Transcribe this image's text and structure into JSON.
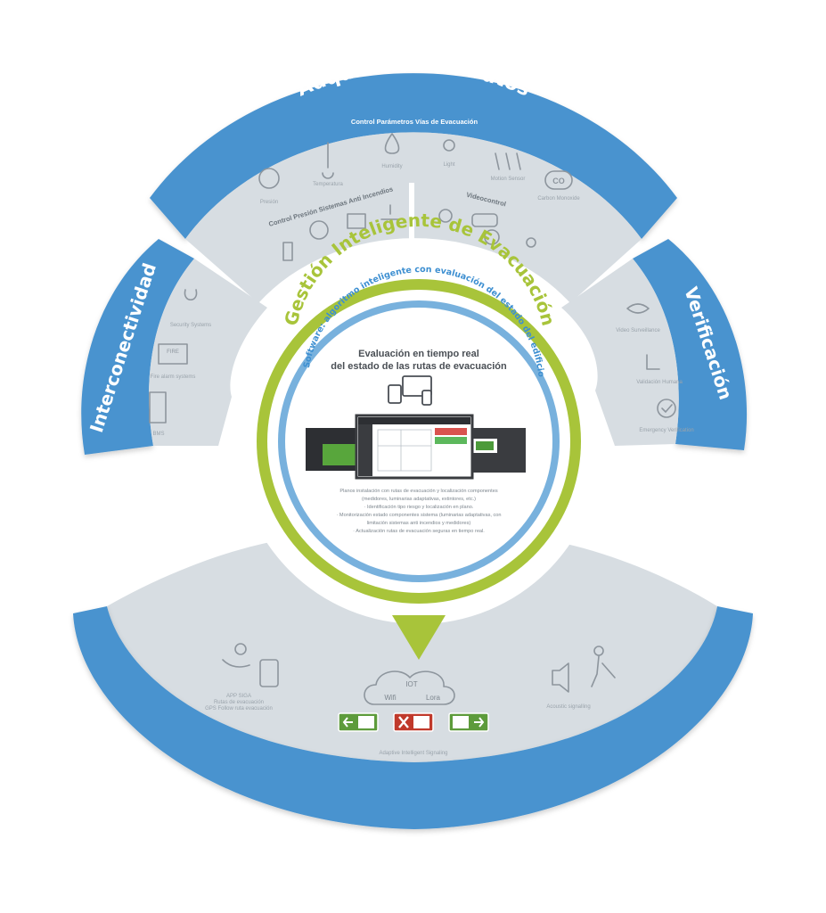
{
  "sections": {
    "top": {
      "title": "Adquisición de Datos",
      "subtitle": "Control Parámetros Vías de Evacuación",
      "sensors": [
        "Presión",
        "Temperatura",
        "Humidity",
        "Light",
        "Motion Sensor",
        "Carbon Monoxide"
      ],
      "fire_label": "Control Presión Sistemas Anti Incendios",
      "video_label": "Videocontrol"
    },
    "left": {
      "title": "Interconectividad",
      "items": [
        "Security Systems",
        "Fire alarm systems",
        "BMS"
      ],
      "fire_badge": "FIRE"
    },
    "right": {
      "title": "Verificación",
      "items": [
        "Video Surveillance",
        "Validación Humana",
        "Emergency Verification"
      ]
    },
    "bottom": {
      "title": "Señalización y Guiado de la Evacuación",
      "app_label_lines": [
        "APP SIGA",
        "Rutas de evacuación",
        "GPS Follow ruta evacuación"
      ],
      "acoustic_label": "Acoustic signalling",
      "signaling_label": "Adaptive Intelligent Signaling",
      "cloud": {
        "iot": "IOT",
        "wifi": "Wifi",
        "lora": "Lora"
      }
    }
  },
  "center": {
    "title": "Gestión Inteligente de Evacuación",
    "software": "Software: algoritmo inteligente con evaluación del estado del edificio",
    "eval_line1": "Evaluación en tiempo real",
    "eval_line2": "del estado de las rutas de evacuación",
    "descriptions": [
      "Planos instalación con rutas de evacuación y localización componentes",
      "(medidores, luminarias adaptativas, extintores, etc.)",
      "· Identificación tipo riesgo y localización en plano.",
      "· Monitorización estado componentes sistema (luminarias adaptativas, con",
      "limitación sistemas anti incendios y medidores)",
      "· Actualización rutas de evacuación seguras en tiempo real."
    ]
  },
  "colors": {
    "band_blue": "#4a93cf",
    "band_blue_dark": "#3f7fb8",
    "inner_panel": "#d7dde2",
    "green": "#a8c43a",
    "light_blue_ring": "#78b1dd",
    "exit_green": "#5d9b3b",
    "exit_red": "#c0392b"
  }
}
